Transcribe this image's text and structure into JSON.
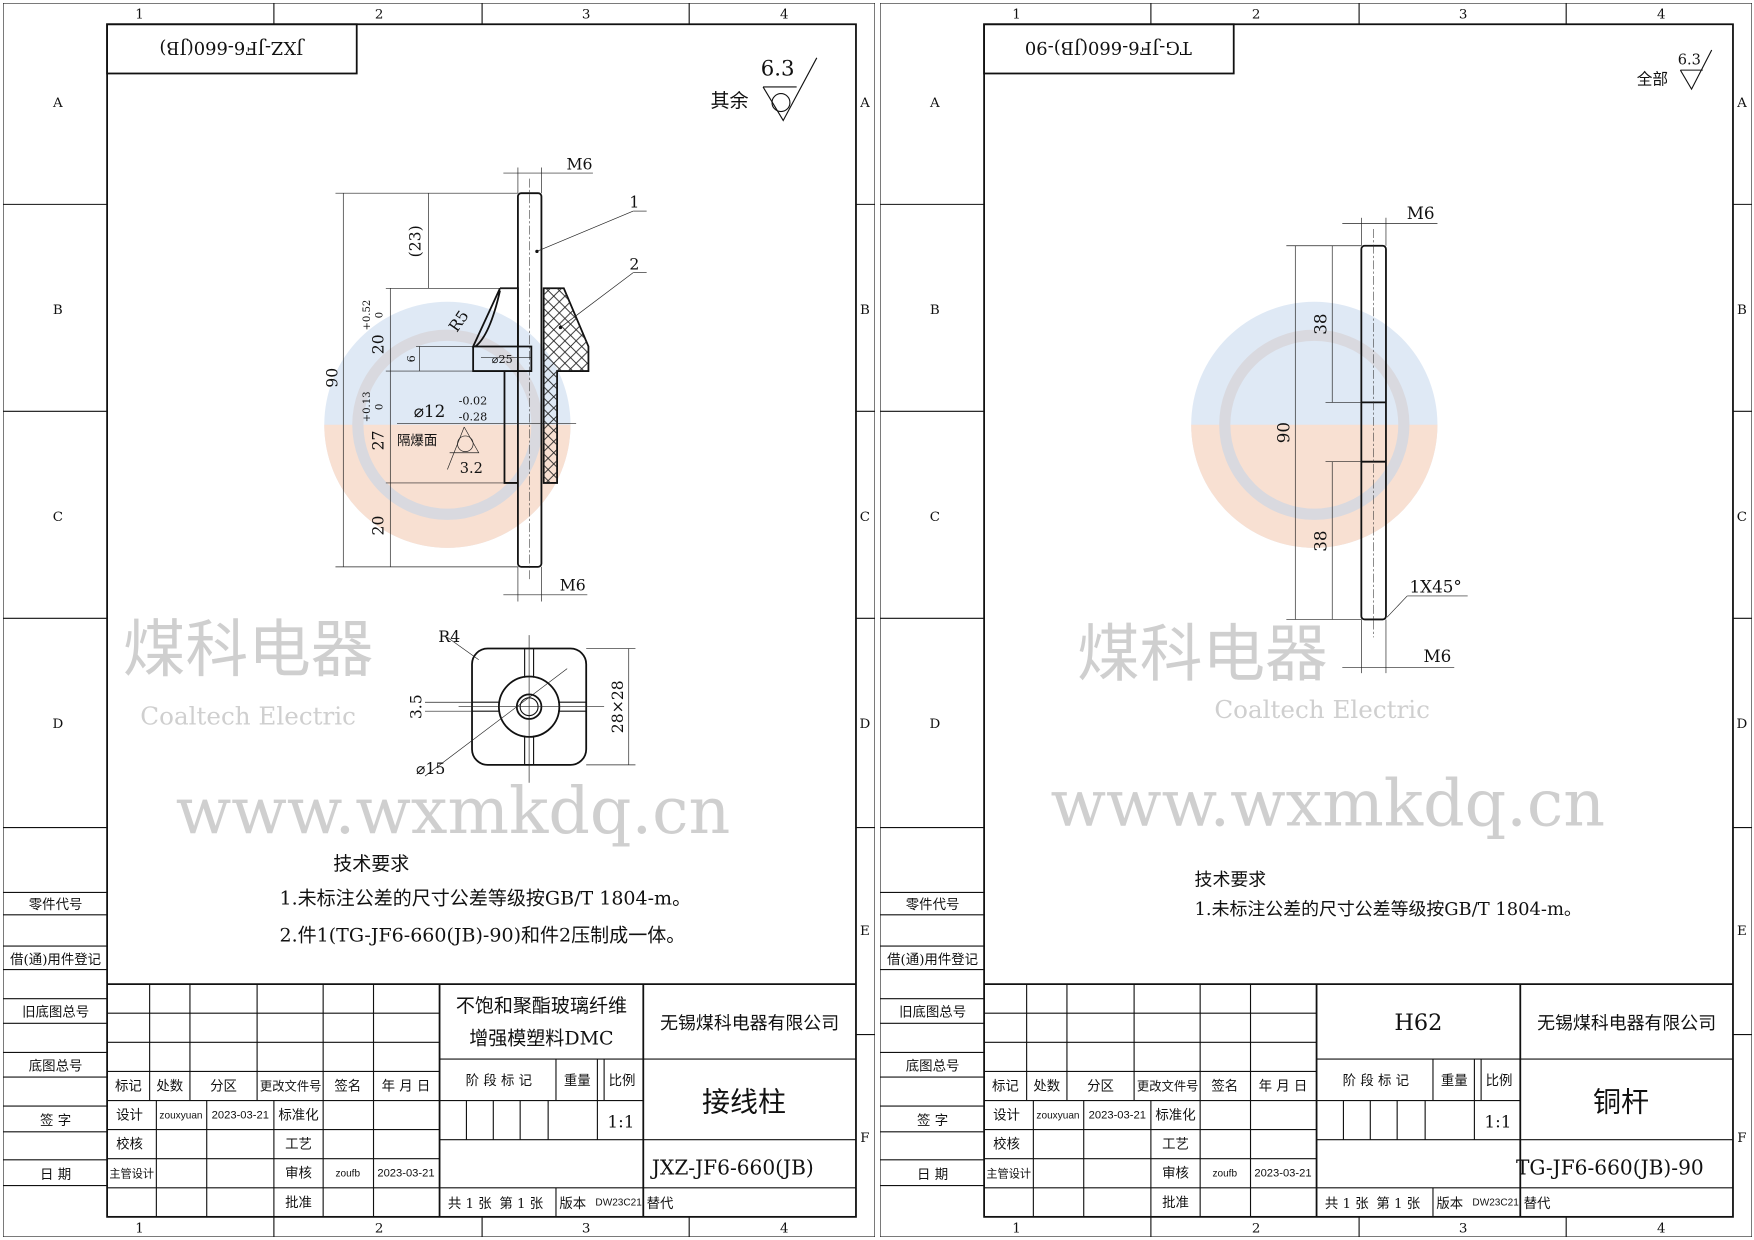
{
  "zones": {
    "columns": [
      "1",
      "2",
      "3",
      "4"
    ],
    "rows": [
      "A",
      "B",
      "C",
      "D",
      "E",
      "F"
    ]
  },
  "side_labels": [
    "零件代号",
    "借(通)用件登记",
    "旧底图总号",
    "底图总号",
    "签 字",
    "日 期"
  ],
  "title_headers": {
    "mark": "标记",
    "count": "处数",
    "zone": "分区",
    "change_doc": "更改文件号",
    "sign": "签名",
    "date": "年 月 日",
    "design": "设计",
    "check": "校核",
    "chief_design": "主管设计",
    "standardize": "标准化",
    "process": "工艺",
    "review": "审核",
    "approve": "批准",
    "stage_mark": "阶 段 标 记",
    "weight": "重量",
    "scale": "比例",
    "sheets_total": "共 1 张",
    "sheet_no": "第 1 张",
    "version_label": "版本",
    "replace": "替代"
  },
  "watermark": {
    "brand_cn": "煤科电器",
    "brand_en": "Coaltech Electric",
    "url": "www.wxmkdq.cn",
    "logo_colors": [
      "#dfe9f5",
      "#f8e0d2",
      "#d9d9df"
    ]
  },
  "sheets": [
    {
      "header_code": "JXZ-JF6-660(JB)",
      "material_lines": [
        "不饱和聚酯玻璃纤维",
        "增强模塑料DMC"
      ],
      "company": "无锡煤科电器有限公司",
      "part_name": "接线柱",
      "drawing_code": "JXZ-JF6-660(JB)",
      "designer": "zouxyuan",
      "design_date": "2023-03-21",
      "reviewer": "zoufb",
      "review_date": "2023-03-21",
      "scale": "1:1",
      "version": "DW23C21",
      "roughness": {
        "label": "其余",
        "value": "6.3"
      },
      "tech_title": "技术要求",
      "tech_items": [
        "1.未标注公差的尺寸公差等级按GB/T 1804-m。",
        "2.件1(TG-JF6-660(JB)-90)和件2压制成一体。"
      ],
      "dims": {
        "m6_top": "M6",
        "m6_bottom": "M6",
        "overall": "90",
        "ref23": "(23)",
        "d20a": "20",
        "d20a_tol_upper": "+0.52",
        "d20a_tol_lower": "0",
        "d6": "6",
        "d27": "27",
        "d27_tol_upper": "+0.13",
        "d27_tol_lower": "0",
        "d20b": "20",
        "r5": "R5",
        "phi25": "⌀25",
        "phi12": "⌀12",
        "phi12_tol_upper": "-0.02",
        "phi12_tol_lower": "-0.28",
        "flameproof": "隔爆面",
        "flameproof_roughness": "3.2",
        "balloon1": "1",
        "balloon2": "2",
        "r4": "R4",
        "d35": "3.5",
        "phi15": "⌀15",
        "square": "28×28"
      }
    },
    {
      "header_code": "TG-JF6-660(JB)-90",
      "material_lines": [
        "H62"
      ],
      "company": "无锡煤科电器有限公司",
      "part_name": "铜杆",
      "drawing_code": "TG-JF6-660(JB)-90",
      "designer": "zouxyuan",
      "design_date": "2023-03-21",
      "reviewer": "zoufb",
      "review_date": "2023-03-21",
      "scale": "1:1",
      "version": "DW23C21",
      "roughness": {
        "label": "全部",
        "value": "6.3"
      },
      "tech_title": "技术要求",
      "tech_items": [
        "1.未标注公差的尺寸公差等级按GB/T 1804-m。"
      ],
      "dims": {
        "m6_top": "M6",
        "m6_bottom": "M6",
        "overall": "90",
        "d38_top": "38",
        "d38_bottom": "38",
        "chamfer": "1X45°"
      }
    }
  ]
}
